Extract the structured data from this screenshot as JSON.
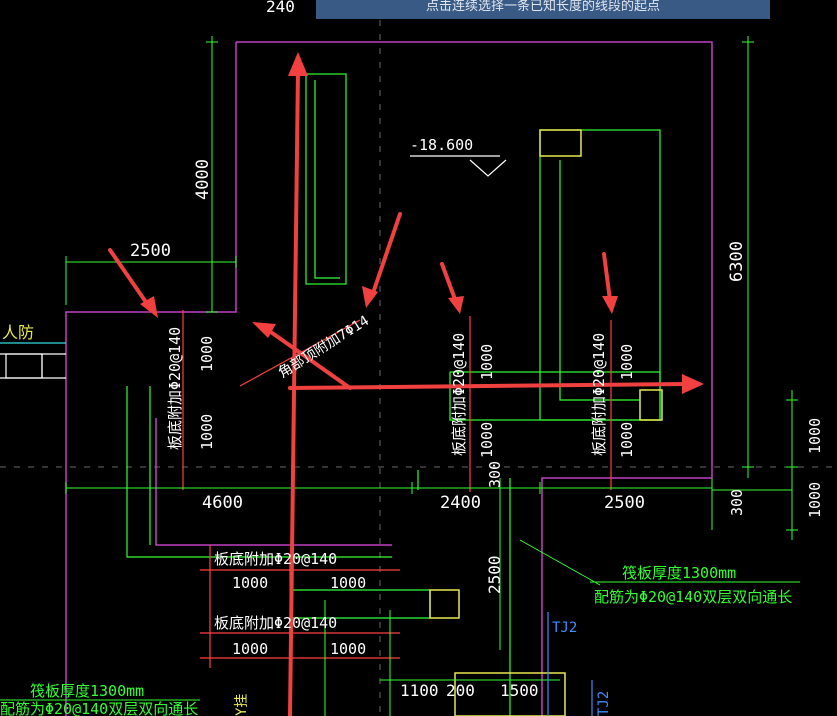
{
  "topbar": {
    "tooltip": "点击连续选择一条已知长度的线段的起点"
  },
  "labels": {
    "top_partial": "240",
    "dim_4000": "4000",
    "dim_2500_left": "2500",
    "dim_6300": "6300",
    "elev": "-18.600",
    "civil_defense": "人防",
    "corner_bar": "角部顶附加7Φ14",
    "board_bottom_1": "板底附加Φ20@140",
    "dim_1000_a": "1000",
    "dim_1000_b": "1000",
    "board_bottom_2": "板底附加Φ20@140",
    "dim_1000_c": "1000",
    "dim_1000_d": "1000",
    "board_bottom_3": "板底附加Φ20@140",
    "dim_1000_e": "1000",
    "dim_1000_f": "1000",
    "dim_4600": "4600",
    "dim_2400": "2400",
    "dim_2500_mid": "2500",
    "dim_300_a": "300",
    "dim_300_b": "300",
    "dim_1000_right1": "1000",
    "dim_1000_right2": "1000",
    "raft_note_1": "筏板厚度1300mm",
    "raft_note_2": "配筋为Φ20@140双层双向通长",
    "slab_bar_1": "板底附加Φ20@140",
    "slab_1000_1": "1000",
    "slab_1000_2": "1000",
    "slab_bar_2": "板底附加Φ20@140",
    "slab_1000_3": "1000",
    "slab_1000_4": "1000",
    "dim_2500_vert": "2500",
    "tj2_a": "TJ2",
    "tj2_b": "TJ2",
    "dim_1100": "1100",
    "dim_200": "200",
    "dim_1500": "1500",
    "raft_note_3": "筏板厚度1300mm",
    "raft_note_4": "配筋为Φ20@140双层双向通长",
    "left_mark": "Y挂"
  },
  "colors": {
    "background": "#000000",
    "magenta": "#c040c0",
    "green": "#33ff33",
    "red": "#ff4040",
    "yellow": "#e8e850",
    "cyan": "#33dddd",
    "white": "#ffffff",
    "blue": "#3b8fff",
    "annotation_red": "#f04040"
  }
}
